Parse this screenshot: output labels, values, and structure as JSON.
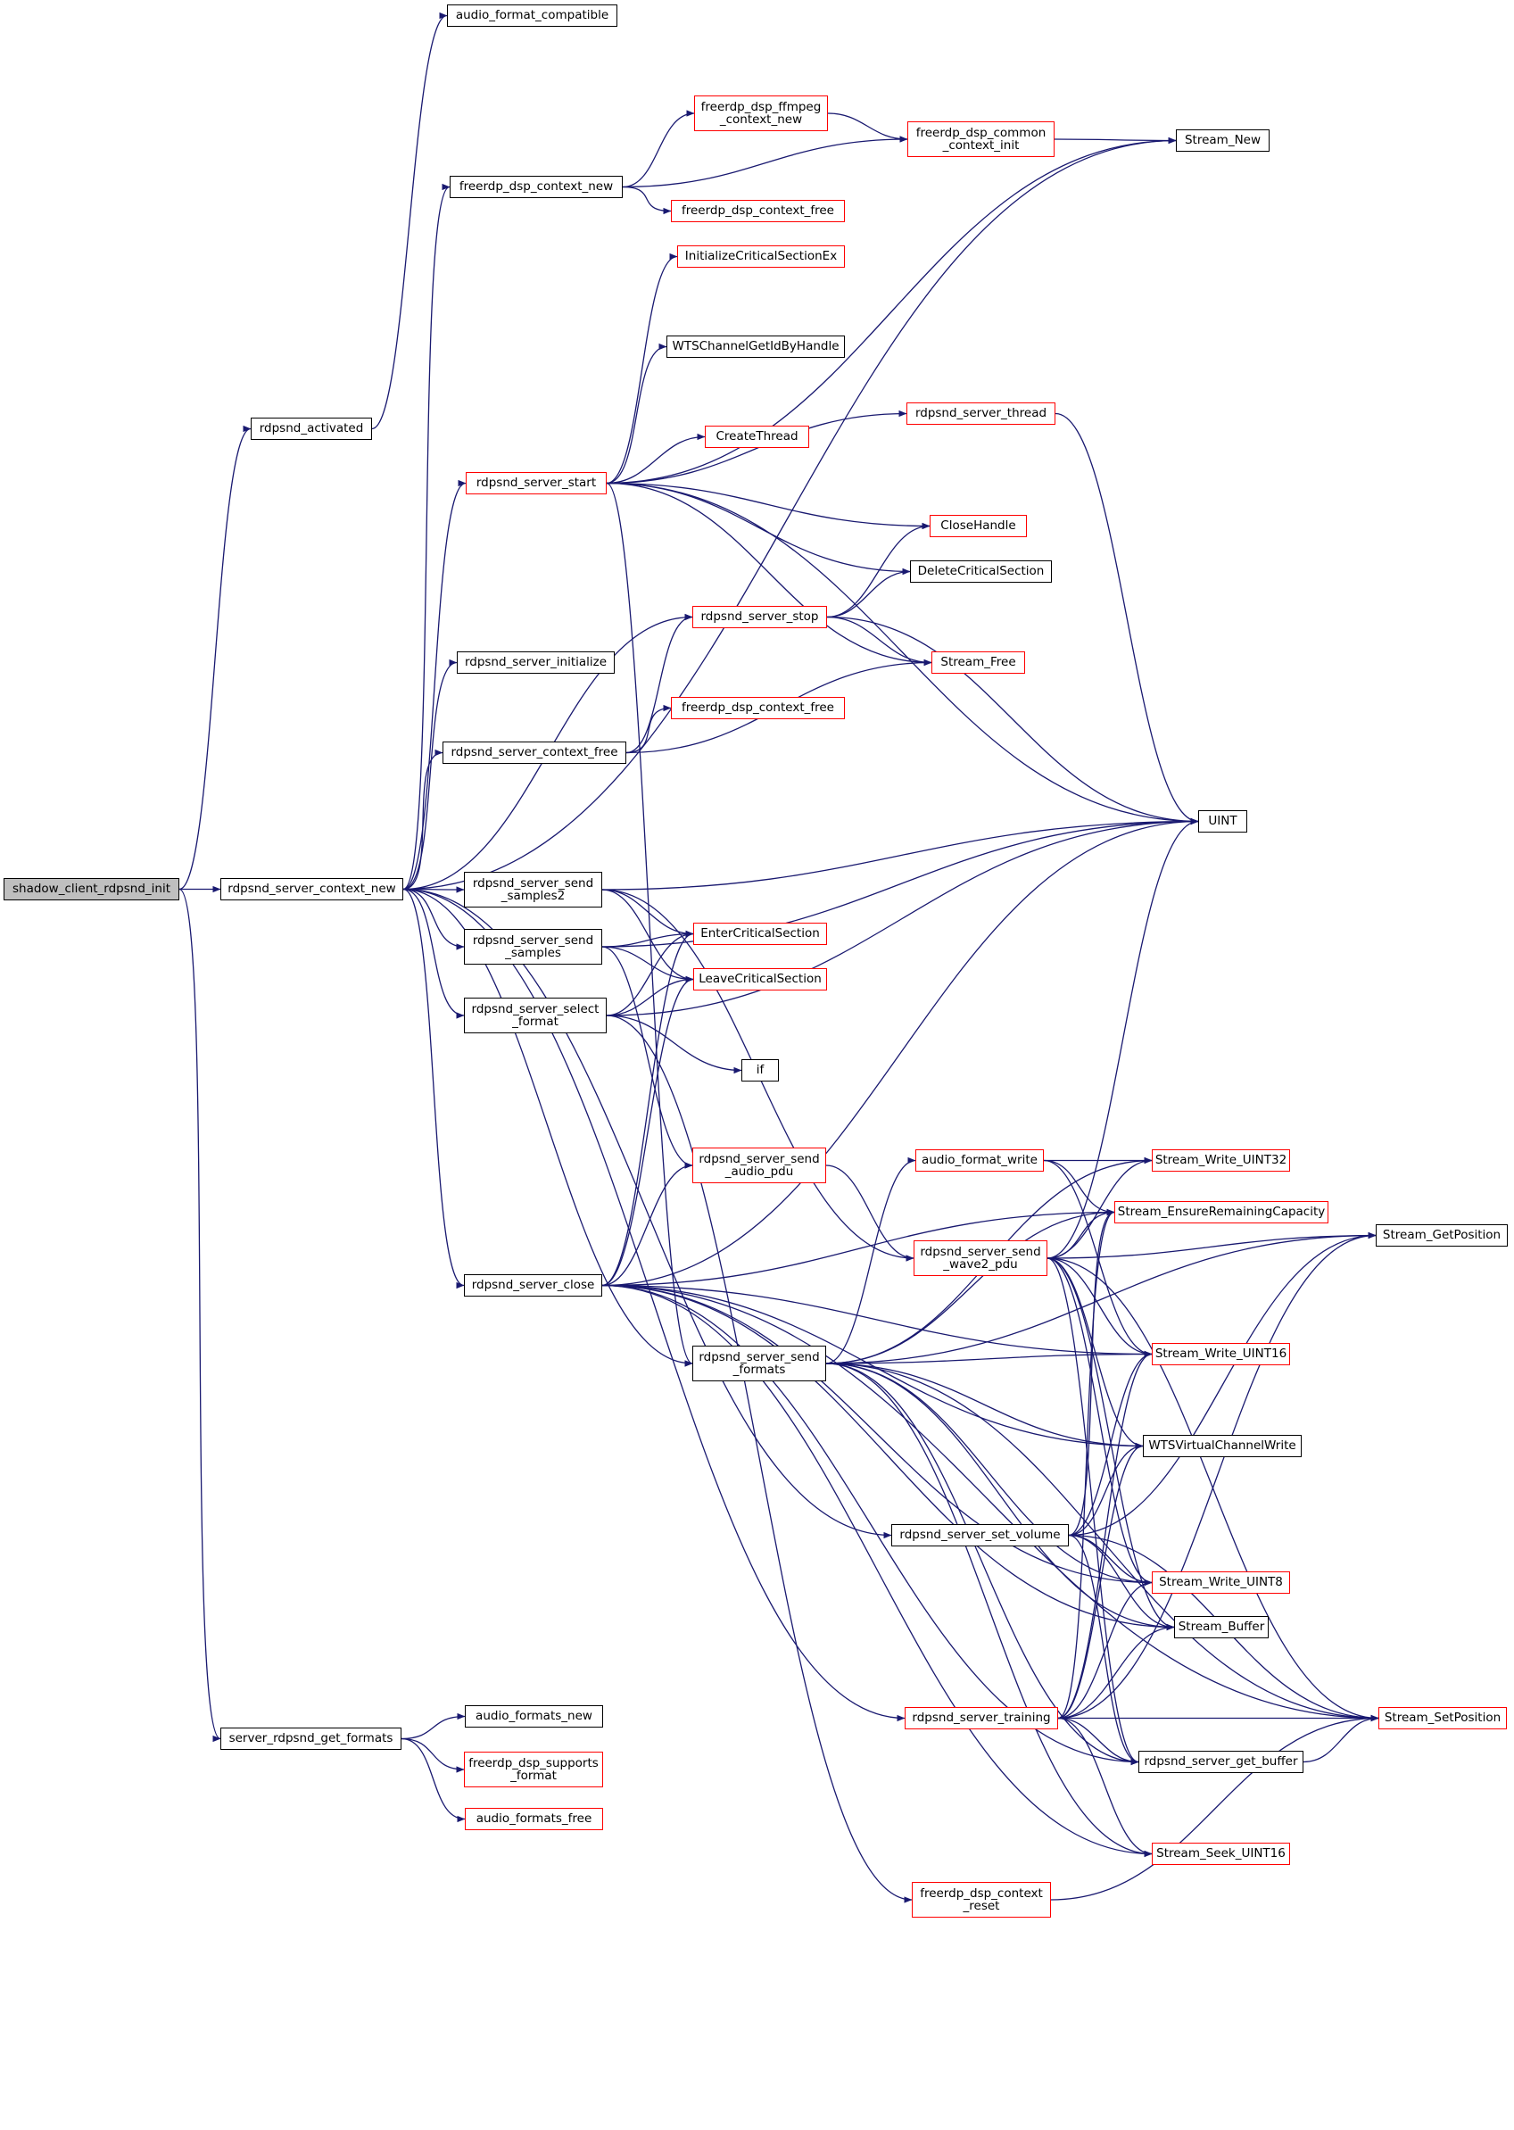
{
  "colors": {
    "edge": "#191970",
    "node_border": "#000000",
    "truncated_border": "#ff0000",
    "root_fill": "#bfbfbf"
  },
  "nodes": {
    "audio_format_compatible": {
      "label": "audio_format_compatible",
      "style": "normal"
    },
    "stream_new": {
      "label": "Stream_New",
      "style": "normal"
    },
    "ffmpeg_context_new": {
      "label": "freerdp_dsp_ffmpeg\n_context_new",
      "style": "red"
    },
    "dsp_common_context_init": {
      "label": "freerdp_dsp_common\n_context_init",
      "style": "red"
    },
    "dsp_context_new": {
      "label": "freerdp_dsp_context_new",
      "style": "normal"
    },
    "dsp_context_free_a": {
      "label": "freerdp_dsp_context_free",
      "style": "red"
    },
    "initialize_critical_section_ex": {
      "label": "InitializeCriticalSectionEx",
      "style": "red"
    },
    "wts_channel_get_id": {
      "label": "WTSChannelGetIdByHandle",
      "style": "normal"
    },
    "rdpsnd_activated": {
      "label": "rdpsnd_activated",
      "style": "normal"
    },
    "server_thread": {
      "label": "rdpsnd_server_thread",
      "style": "red"
    },
    "create_thread": {
      "label": "CreateThread",
      "style": "red"
    },
    "server_start": {
      "label": "rdpsnd_server_start",
      "style": "red"
    },
    "close_handle": {
      "label": "CloseHandle",
      "style": "red"
    },
    "delete_critical_section": {
      "label": "DeleteCriticalSection",
      "style": "normal"
    },
    "server_stop": {
      "label": "rdpsnd_server_stop",
      "style": "red"
    },
    "stream_free": {
      "label": "Stream_Free",
      "style": "red"
    },
    "server_initialize": {
      "label": "rdpsnd_server_initialize",
      "style": "normal"
    },
    "dsp_context_free_b": {
      "label": "freerdp_dsp_context_free",
      "style": "red"
    },
    "server_context_free": {
      "label": "rdpsnd_server_context_free",
      "style": "normal"
    },
    "uint": {
      "label": "UINT",
      "style": "normal"
    },
    "shadow_client_rdpsnd_init": {
      "label": "shadow_client_rdpsnd_init",
      "style": "gray"
    },
    "server_context_new": {
      "label": "rdpsnd_server_context_new",
      "style": "normal"
    },
    "send_samples2": {
      "label": "rdpsnd_server_send\n_samples2",
      "style": "normal"
    },
    "enter_critical_section": {
      "label": "EnterCriticalSection",
      "style": "red"
    },
    "send_samples": {
      "label": "rdpsnd_server_send\n_samples",
      "style": "normal"
    },
    "leave_critical_section": {
      "label": "LeaveCriticalSection",
      "style": "red"
    },
    "select_format": {
      "label": "rdpsnd_server_select\n_format",
      "style": "normal"
    },
    "if_node": {
      "label": "if",
      "style": "normal"
    },
    "send_audio_pdu": {
      "label": "rdpsnd_server_send\n_audio_pdu",
      "style": "red"
    },
    "audio_format_write": {
      "label": "audio_format_write",
      "style": "red"
    },
    "stream_write_uint32": {
      "label": "Stream_Write_UINT32",
      "style": "red"
    },
    "stream_ensure_remaining": {
      "label": "Stream_EnsureRemainingCapacity",
      "style": "red"
    },
    "send_wave2_pdu": {
      "label": "rdpsnd_server_send\n_wave2_pdu",
      "style": "red"
    },
    "stream_get_position": {
      "label": "Stream_GetPosition",
      "style": "normal"
    },
    "server_close": {
      "label": "rdpsnd_server_close",
      "style": "normal"
    },
    "send_formats": {
      "label": "rdpsnd_server_send\n_formats",
      "style": "normal"
    },
    "stream_write_uint16": {
      "label": "Stream_Write_UINT16",
      "style": "red"
    },
    "wts_virtual_channel_write": {
      "label": "WTSVirtualChannelWrite",
      "style": "normal"
    },
    "set_volume": {
      "label": "rdpsnd_server_set_volume",
      "style": "normal"
    },
    "stream_write_uint8": {
      "label": "Stream_Write_UINT8",
      "style": "red"
    },
    "stream_buffer": {
      "label": "Stream_Buffer",
      "style": "normal"
    },
    "server_rdpsnd_get_formats": {
      "label": "server_rdpsnd_get_formats",
      "style": "normal"
    },
    "audio_formats_new": {
      "label": "audio_formats_new",
      "style": "normal"
    },
    "server_training": {
      "label": "rdpsnd_server_training",
      "style": "red"
    },
    "stream_set_position": {
      "label": "Stream_SetPosition",
      "style": "red"
    },
    "dsp_supports_format": {
      "label": "freerdp_dsp_supports\n_format",
      "style": "red"
    },
    "get_buffer": {
      "label": "rdpsnd_server_get_buffer",
      "style": "normal"
    },
    "audio_formats_free": {
      "label": "audio_formats_free",
      "style": "red"
    },
    "stream_seek_uint16": {
      "label": "Stream_Seek_UINT16",
      "style": "red"
    },
    "dsp_context_reset": {
      "label": "freerdp_dsp_context\n_reset",
      "style": "red"
    }
  },
  "edges": [
    [
      "shadow_client_rdpsnd_init",
      "rdpsnd_activated"
    ],
    [
      "shadow_client_rdpsnd_init",
      "server_context_new"
    ],
    [
      "shadow_client_rdpsnd_init",
      "server_rdpsnd_get_formats"
    ],
    [
      "rdpsnd_activated",
      "audio_format_compatible"
    ],
    [
      "server_context_new",
      "stream_new"
    ],
    [
      "server_context_new",
      "dsp_context_new"
    ],
    [
      "server_context_new",
      "server_start"
    ],
    [
      "server_context_new",
      "server_initialize"
    ],
    [
      "server_context_new",
      "server_context_free"
    ],
    [
      "server_context_new",
      "send_samples2"
    ],
    [
      "server_context_new",
      "send_samples"
    ],
    [
      "server_context_new",
      "select_format"
    ],
    [
      "server_context_new",
      "server_close"
    ],
    [
      "server_context_new",
      "send_formats"
    ],
    [
      "server_context_new",
      "set_volume"
    ],
    [
      "server_context_new",
      "server_training"
    ],
    [
      "server_context_new",
      "server_stop"
    ],
    [
      "dsp_context_new",
      "ffmpeg_context_new"
    ],
    [
      "dsp_context_new",
      "dsp_common_context_init"
    ],
    [
      "dsp_context_new",
      "dsp_context_free_a"
    ],
    [
      "ffmpeg_context_new",
      "dsp_common_context_init"
    ],
    [
      "dsp_common_context_init",
      "stream_new"
    ],
    [
      "server_start",
      "initialize_critical_section_ex"
    ],
    [
      "server_start",
      "wts_channel_get_id"
    ],
    [
      "server_start",
      "server_thread"
    ],
    [
      "server_start",
      "create_thread"
    ],
    [
      "server_start",
      "stream_new"
    ],
    [
      "server_start",
      "close_handle"
    ],
    [
      "server_start",
      "delete_critical_section"
    ],
    [
      "server_start",
      "stream_free"
    ],
    [
      "server_start",
      "uint"
    ],
    [
      "server_start",
      "send_formats"
    ],
    [
      "server_thread",
      "uint"
    ],
    [
      "server_stop",
      "close_handle"
    ],
    [
      "server_stop",
      "delete_critical_section"
    ],
    [
      "server_stop",
      "stream_free"
    ],
    [
      "server_stop",
      "uint"
    ],
    [
      "server_context_free",
      "server_stop"
    ],
    [
      "server_context_free",
      "dsp_context_free_b"
    ],
    [
      "server_context_free",
      "stream_free"
    ],
    [
      "send_samples2",
      "uint"
    ],
    [
      "send_samples2",
      "enter_critical_section"
    ],
    [
      "send_samples2",
      "leave_critical_section"
    ],
    [
      "send_samples2",
      "send_wave2_pdu"
    ],
    [
      "send_samples",
      "uint"
    ],
    [
      "send_samples",
      "enter_critical_section"
    ],
    [
      "send_samples",
      "leave_critical_section"
    ],
    [
      "send_samples",
      "send_audio_pdu"
    ],
    [
      "select_format",
      "enter_critical_section"
    ],
    [
      "select_format",
      "leave_critical_section"
    ],
    [
      "select_format",
      "if_node"
    ],
    [
      "select_format",
      "uint"
    ],
    [
      "select_format",
      "dsp_context_reset"
    ],
    [
      "server_close",
      "enter_critical_section"
    ],
    [
      "server_close",
      "leave_critical_section"
    ],
    [
      "server_close",
      "send_audio_pdu"
    ],
    [
      "server_close",
      "uint"
    ],
    [
      "server_close",
      "stream_write_uint16"
    ],
    [
      "server_close",
      "wts_virtual_channel_write"
    ],
    [
      "server_close",
      "stream_write_uint8"
    ],
    [
      "server_close",
      "stream_buffer"
    ],
    [
      "server_close",
      "get_buffer"
    ],
    [
      "server_close",
      "stream_seek_uint16"
    ],
    [
      "server_close",
      "stream_set_position"
    ],
    [
      "server_close",
      "stream_ensure_remaining"
    ],
    [
      "send_audio_pdu",
      "send_wave2_pdu"
    ],
    [
      "send_formats",
      "audio_format_write"
    ],
    [
      "send_formats",
      "stream_write_uint32"
    ],
    [
      "send_formats",
      "stream_ensure_remaining"
    ],
    [
      "send_formats",
      "stream_get_position"
    ],
    [
      "send_formats",
      "stream_write_uint16"
    ],
    [
      "send_formats",
      "wts_virtual_channel_write"
    ],
    [
      "send_formats",
      "stream_write_uint8"
    ],
    [
      "send_formats",
      "stream_buffer"
    ],
    [
      "send_formats",
      "get_buffer"
    ],
    [
      "send_formats",
      "stream_set_position"
    ],
    [
      "send_formats",
      "stream_seek_uint16"
    ],
    [
      "audio_format_write",
      "stream_write_uint32"
    ],
    [
      "audio_format_write",
      "stream_ensure_remaining"
    ],
    [
      "audio_format_write",
      "stream_write_uint16"
    ],
    [
      "send_wave2_pdu",
      "stream_write_uint32"
    ],
    [
      "send_wave2_pdu",
      "stream_ensure_remaining"
    ],
    [
      "send_wave2_pdu",
      "stream_get_position"
    ],
    [
      "send_wave2_pdu",
      "stream_write_uint16"
    ],
    [
      "send_wave2_pdu",
      "wts_virtual_channel_write"
    ],
    [
      "send_wave2_pdu",
      "stream_write_uint8"
    ],
    [
      "send_wave2_pdu",
      "stream_buffer"
    ],
    [
      "send_wave2_pdu",
      "get_buffer"
    ],
    [
      "send_wave2_pdu",
      "stream_set_position"
    ],
    [
      "send_wave2_pdu",
      "uint"
    ],
    [
      "set_volume",
      "stream_ensure_remaining"
    ],
    [
      "set_volume",
      "stream_get_position"
    ],
    [
      "set_volume",
      "stream_write_uint16"
    ],
    [
      "set_volume",
      "wts_virtual_channel_write"
    ],
    [
      "set_volume",
      "stream_write_uint8"
    ],
    [
      "set_volume",
      "stream_buffer"
    ],
    [
      "set_volume",
      "get_buffer"
    ],
    [
      "set_volume",
      "stream_set_position"
    ],
    [
      "server_training",
      "stream_ensure_remaining"
    ],
    [
      "server_training",
      "stream_get_position"
    ],
    [
      "server_training",
      "stream_write_uint16"
    ],
    [
      "server_training",
      "wts_virtual_channel_write"
    ],
    [
      "server_training",
      "stream_write_uint8"
    ],
    [
      "server_training",
      "stream_buffer"
    ],
    [
      "server_training",
      "get_buffer"
    ],
    [
      "server_training",
      "stream_set_position"
    ],
    [
      "server_training",
      "stream_seek_uint16"
    ],
    [
      "get_buffer",
      "stream_set_position"
    ],
    [
      "dsp_context_reset",
      "stream_set_position"
    ],
    [
      "server_rdpsnd_get_formats",
      "audio_formats_new"
    ],
    [
      "server_rdpsnd_get_formats",
      "dsp_supports_format"
    ],
    [
      "server_rdpsnd_get_formats",
      "audio_formats_free"
    ]
  ]
}
